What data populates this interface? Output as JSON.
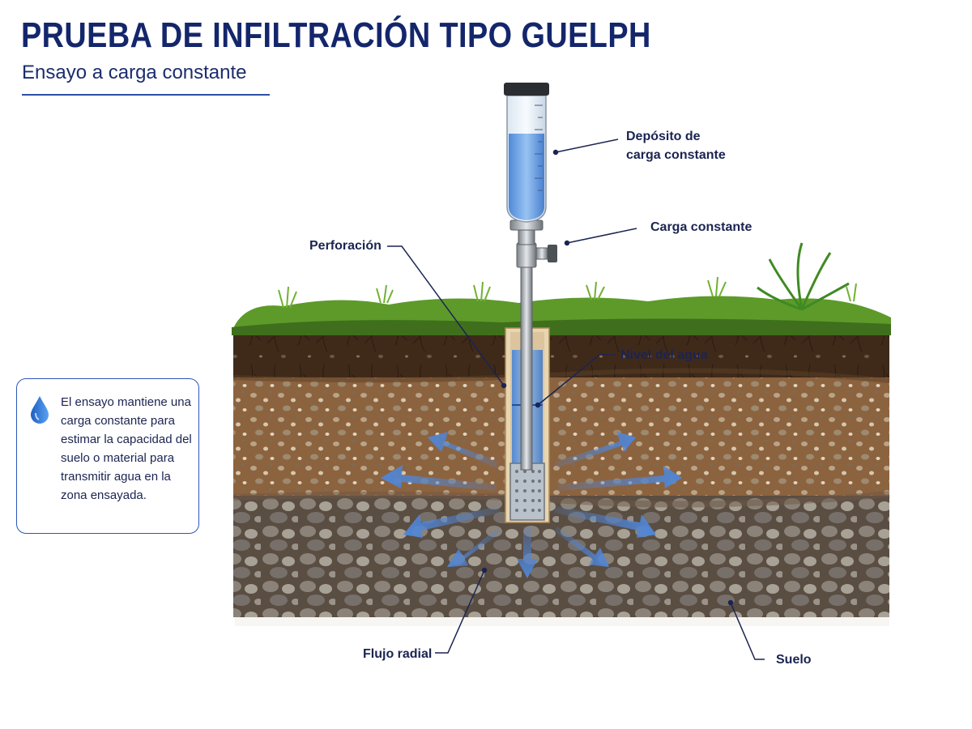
{
  "header": {
    "title": "PRUEBA DE INFILTRACIÓN TIPO GUELPH",
    "subtitle": "Ensayo a carga constante"
  },
  "info_box": {
    "icon": "water-drop-icon",
    "text": "El ensayo mantiene una carga constante para estimar la capacidad del suelo o material para transmitir agua en la zona ensayada."
  },
  "labels": {
    "reservoir_line1": "Depósito de",
    "reservoir_line2": "carga constante",
    "constant_head": "Carga constante",
    "borehole": "Perforación",
    "water_level": "Nivel del agua",
    "radial_flow": "Flujo radial",
    "soil": "Suelo"
  },
  "colors": {
    "title": "#14266b",
    "water": "#4f8fe0",
    "grass": "#5d9a2a",
    "topsoil": "#4a3120",
    "subsoil": "#8a6240",
    "gravel": "#5a4f45",
    "arrows": "#4f86d8"
  }
}
